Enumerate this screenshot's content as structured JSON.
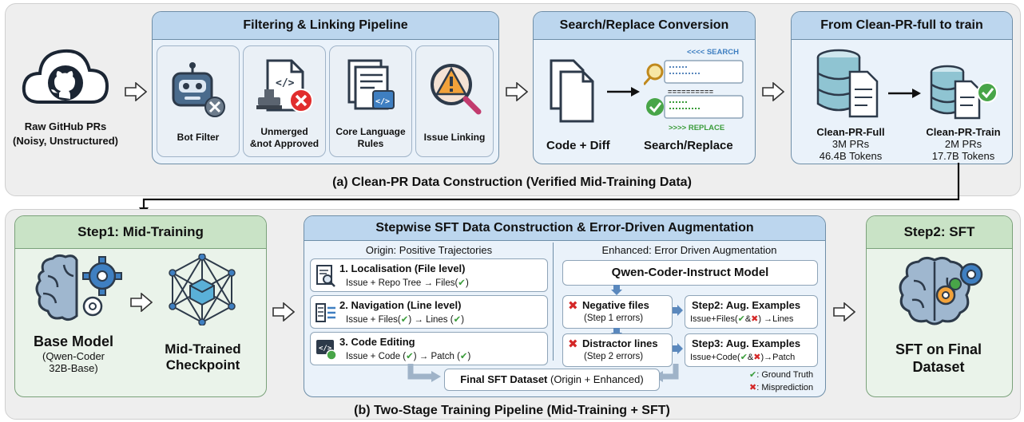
{
  "top": {
    "source": {
      "label_line1": "Raw GitHub PRs",
      "label_line2": "(Noisy, Unstructured)"
    },
    "filtering": {
      "title": "Filtering & Linking Pipeline",
      "cards": [
        "Bot Filter",
        "Unmerged\n&not Approved",
        "Core Language\nRules",
        "Issue Linking"
      ]
    },
    "conversion": {
      "title": "Search/Replace Conversion",
      "left_caption": "Code + Diff",
      "right_caption": "Search/Replace",
      "search_tag": "<<<< SEARCH",
      "sep": "==========",
      "replace_tag": ">>>> REPLACE"
    },
    "train": {
      "title": "From Clean-PR-full to train",
      "full": {
        "name": "Clean-PR-Full",
        "prs": "3M PRs",
        "tokens": "46.4B Tokens"
      },
      "trainset": {
        "name": "Clean-PR-Train",
        "prs": "2M PRs",
        "tokens": "17.7B Tokens"
      }
    },
    "caption": "(a) Clean-PR Data Construction (Verified Mid-Training Data)"
  },
  "bottom": {
    "step1": {
      "title": "Step1: Mid-Training",
      "base_label": "Base Model",
      "base_sub1": "(Qwen-Coder",
      "base_sub2": "32B-Base)",
      "ckpt_line1": "Mid-Trained",
      "ckpt_line2": "Checkpoint"
    },
    "sft_data": {
      "title": "Stepwise SFT Data Construction & Error-Driven Augmentation",
      "origin_header": "Origin: Positive Trajectories",
      "enhanced_header": "Enhanced: Error Driven Augmentation",
      "steps": [
        {
          "title": "1. Localisation (File level)",
          "a": "Issue + Repo Tree → Files(",
          "b": ")"
        },
        {
          "title": "2. Navigation (Line level)",
          "a": "Issue + Files(",
          "b": ") → Lines (",
          "c": ")"
        },
        {
          "title": "3. Code Editing",
          "a": "Issue + Code (",
          "b": ") → Patch (",
          "c": ")"
        }
      ],
      "model": "Qwen-Coder-Instruct Model",
      "neg_files": "Negative files",
      "neg_files_sub": "(Step 1 errors)",
      "distractor": "Distractor lines",
      "distractor_sub": "(Step 2 errors)",
      "aug2_title": "Step2: Aug. Examples",
      "aug2_a": "Issue+Files(",
      "aug2_b": ") →Lines",
      "aug3_title": "Step3: Aug. Examples",
      "aug3_a": "Issue+Code(",
      "aug3_b": ")→Patch",
      "amp": "&",
      "final_bold": "Final SFT Dataset",
      "final_rest": " (Origin + Enhanced)",
      "legend_gt": ": Ground Truth",
      "legend_mis": ": Misprediction"
    },
    "step2": {
      "title": "Step2: SFT",
      "line1": "SFT on Final",
      "line2": "Dataset"
    },
    "caption": "(b) Two-Stage Training Pipeline (Mid-Training + SFT)"
  },
  "glyphs": {
    "check": "✔",
    "cross": "✖"
  },
  "colors": {
    "header_blue": "#bcd6ee",
    "header_green": "#c9e3c6",
    "check_green": "#3a9c3a",
    "cross_red": "#d42828"
  }
}
